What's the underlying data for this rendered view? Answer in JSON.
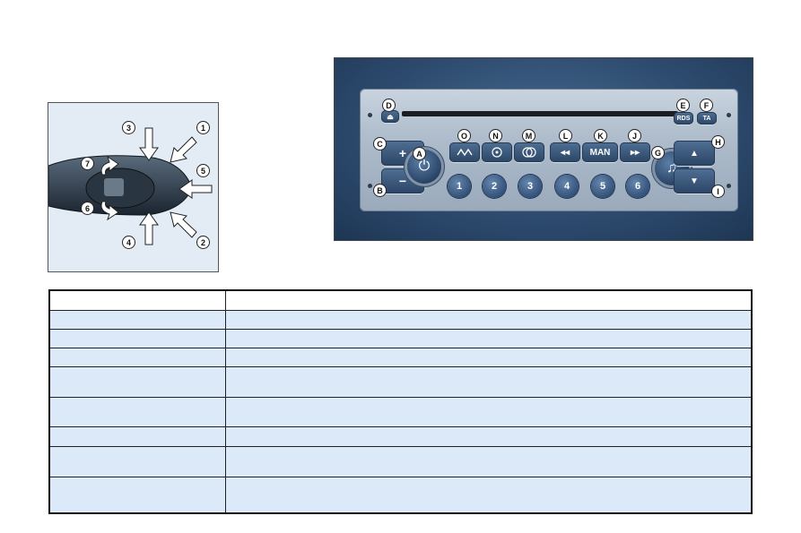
{
  "stalk": {
    "callouts": [
      "1",
      "2",
      "3",
      "4",
      "5",
      "6",
      "7"
    ]
  },
  "radio": {
    "callouts": [
      "A",
      "B",
      "C",
      "D",
      "E",
      "F",
      "G",
      "H",
      "I",
      "J",
      "K",
      "L",
      "M",
      "N",
      "O"
    ],
    "buttons": {
      "plus": "+",
      "minus": "−",
      "eject": "⏏",
      "rds": "RDS",
      "ta": "TA",
      "man": "MAN",
      "rewind": "◂◂",
      "forward": "▸▸",
      "up": "▲",
      "down": "▼",
      "power": "⏻",
      "music": "♫"
    },
    "presets": [
      "1",
      "2",
      "3",
      "4",
      "5",
      "6"
    ]
  },
  "colors": {
    "panel_blue": "#2e4c70",
    "table_fill": "#dbe9f8"
  }
}
